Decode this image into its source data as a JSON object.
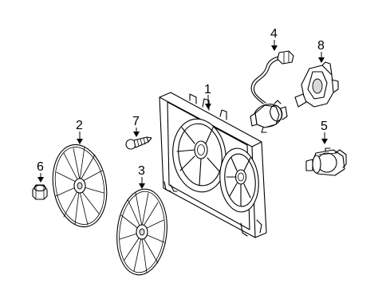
{
  "diagram": {
    "callouts": [
      {
        "id": "1",
        "label": "1"
      },
      {
        "id": "2",
        "label": "2"
      },
      {
        "id": "3",
        "label": "3"
      },
      {
        "id": "4",
        "label": "4"
      },
      {
        "id": "5",
        "label": "5"
      },
      {
        "id": "6",
        "label": "6"
      },
      {
        "id": "7",
        "label": "7"
      },
      {
        "id": "8",
        "label": "8"
      }
    ],
    "line_color": "#000000",
    "background": "#ffffff"
  }
}
